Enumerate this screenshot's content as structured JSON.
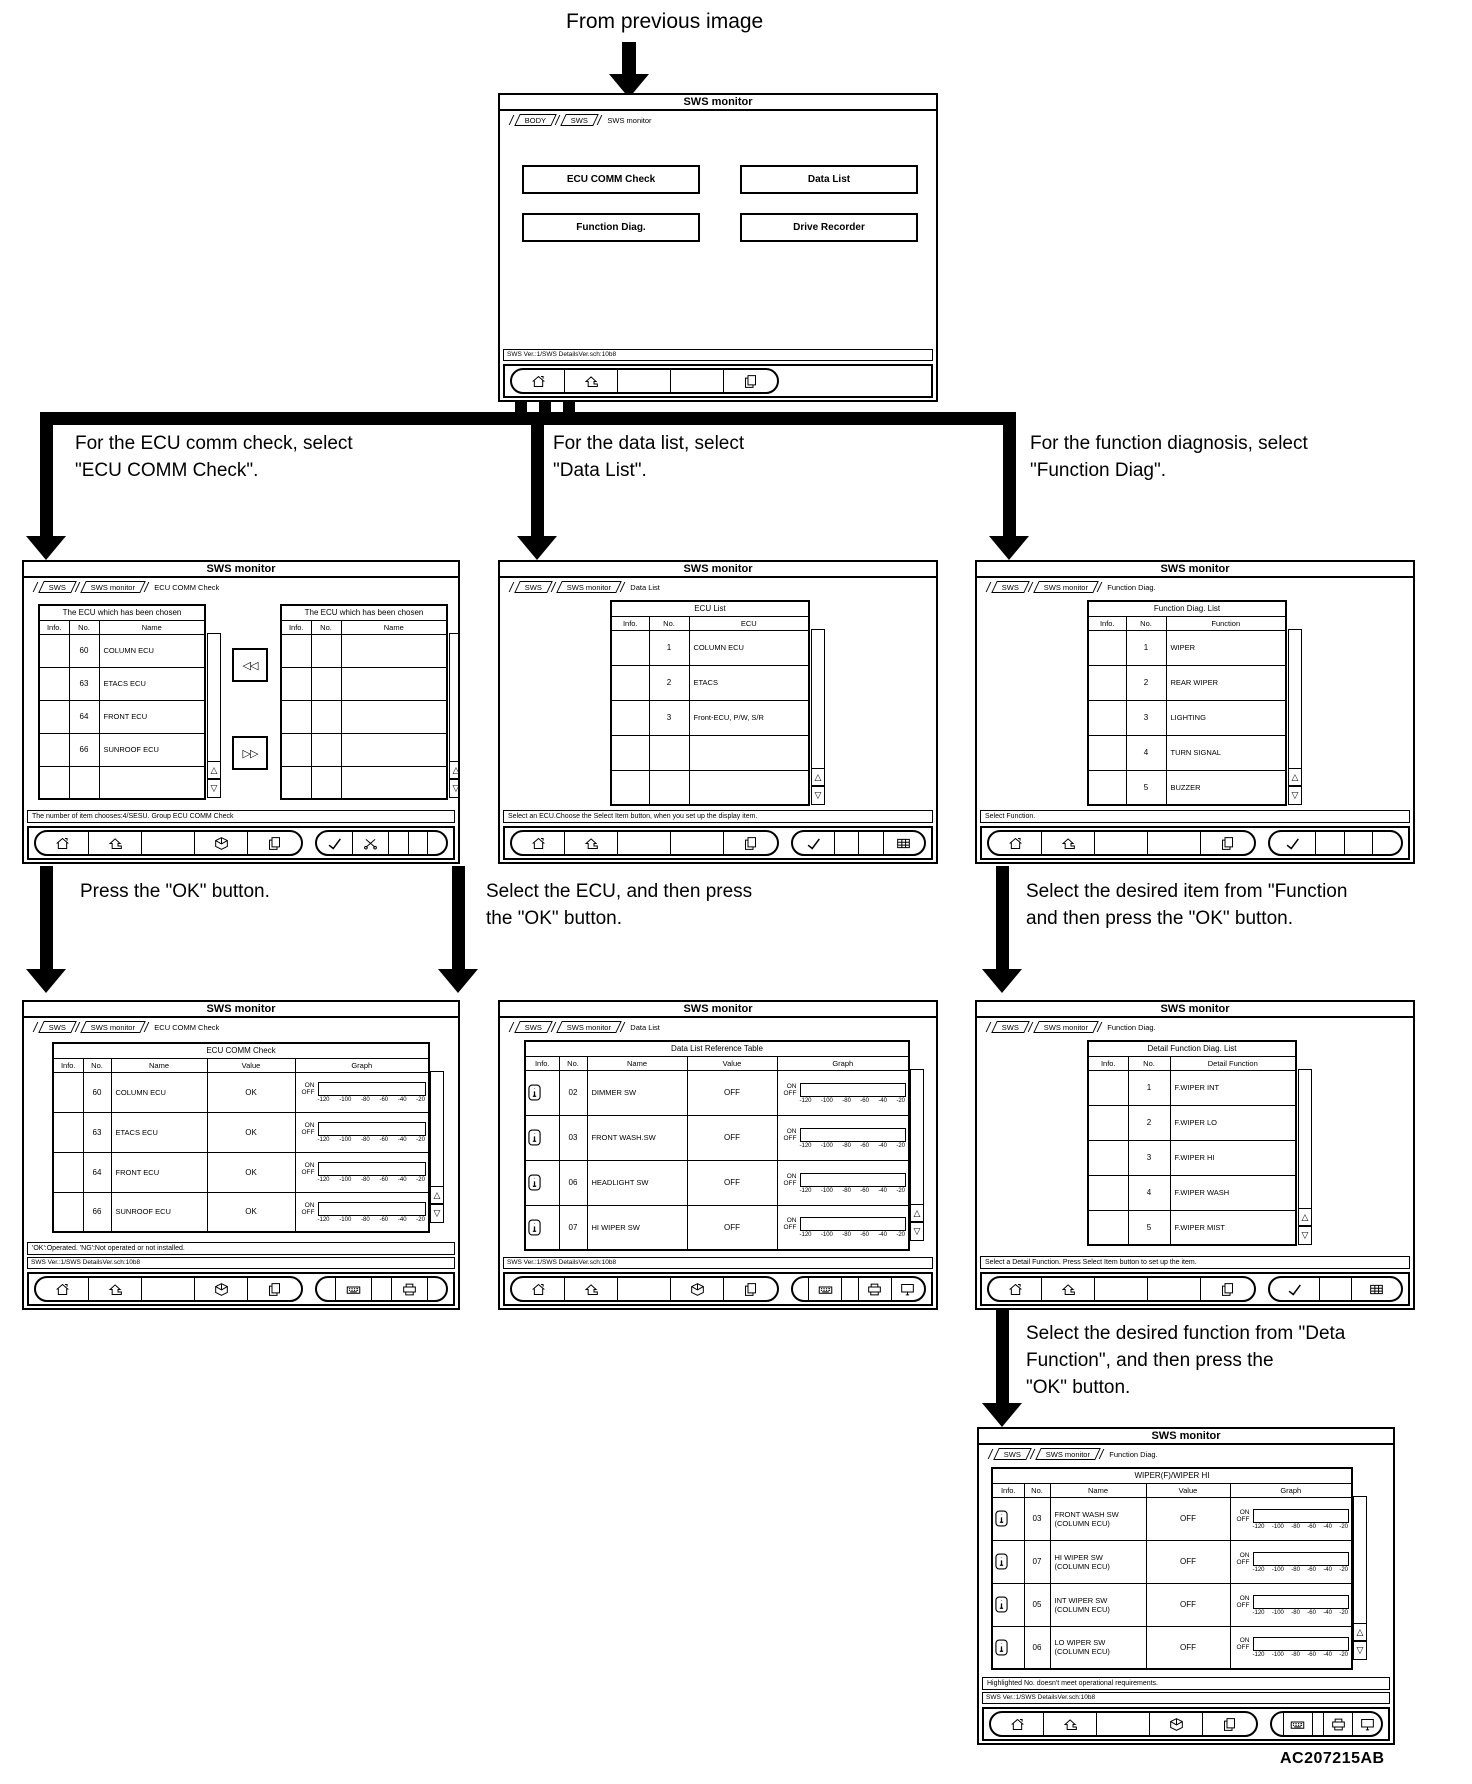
{
  "page": {
    "from_previous_label": "From previous image",
    "watermark": "AC207215AB"
  },
  "annotations": {
    "branch_left": [
      "For the ECU comm check, select",
      "\"ECU COMM Check\"."
    ],
    "branch_middle": [
      "For the data list, select",
      "\"Data List\"."
    ],
    "branch_right": [
      "For the function diagnosis, select",
      "\"Function Diag\"."
    ],
    "press_ok": [
      "Press the \"OK\" button."
    ],
    "select_ecu": [
      "Select the ECU, and then press",
      "the \"OK\" button."
    ],
    "select_item": [
      "Select the desired item from \"Function",
      "and then press the \"OK\" button."
    ],
    "select_function": [
      "Select the desired function from \"Deta",
      "Function\", and then press the",
      "\"OK\" button."
    ]
  },
  "shared": {
    "version_status": "SWS Ver.:1/SWS DetailsVer.sch:10b8",
    "graph_on": "ON",
    "graph_off": "OFF",
    "graph_ticks": [
      "-120",
      "-100",
      "-80",
      "-60",
      "-40",
      "-20"
    ],
    "scroll_up": "△",
    "scroll_down": "▽"
  },
  "screens": {
    "main": {
      "title": "SWS monitor",
      "tabs": [
        "BODY",
        "SWS",
        "SWS monitor"
      ],
      "type": "menu",
      "menu_buttons": [
        "ECU COMM Check",
        "Data List",
        "Function Diag.",
        "Drive Recorder"
      ],
      "version_bar": true,
      "toolbar": {
        "left": [
          "home-icon",
          "return-icon",
          "",
          "",
          "pages-icon"
        ],
        "right": []
      }
    },
    "ecu_select": {
      "title": "SWS monitor",
      "tabs": [
        "SWS",
        "SWS monitor",
        "ECU COMM Check"
      ],
      "type": "dual",
      "left_table": {
        "title": "The ECU which has been chosen",
        "headers": [
          "Info.",
          "No.",
          "Name"
        ],
        "rows": [
          [
            "60",
            "COLUMN ECU"
          ],
          [
            "63",
            "ETACS ECU"
          ],
          [
            "64",
            "FRONT ECU"
          ],
          [
            "66",
            "SUNROOF ECU"
          ],
          [
            "",
            ""
          ]
        ]
      },
      "right_table": {
        "title": "The ECU which has been chosen",
        "headers": [
          "Info.",
          "No.",
          "Name"
        ],
        "rows": [
          [
            "",
            ""
          ],
          [
            "",
            ""
          ],
          [
            "",
            ""
          ],
          [
            "",
            ""
          ],
          [
            "",
            ""
          ]
        ]
      },
      "transfer_left": "◁◁",
      "transfer_right": "▷▷",
      "status": "The number of item chooses:4/SESU. Group ECU COMM Check",
      "toolbar": {
        "left": [
          "home-icon",
          "return-icon",
          "",
          "send-icon",
          "pages-icon"
        ],
        "right": [
          "ok-icon",
          "cancel-icon",
          "",
          "",
          ""
        ]
      }
    },
    "datalist_select": {
      "title": "SWS monitor",
      "tabs": [
        "SWS",
        "SWS monitor",
        "Data List"
      ],
      "type": "list",
      "table": {
        "title": "ECU List",
        "headers": [
          "Info.",
          "No.",
          "ECU"
        ],
        "rows": [
          [
            "1",
            "COLUMN ECU"
          ],
          [
            "2",
            "ETACS"
          ],
          [
            "3",
            "Front-ECU, P/W, S/R"
          ],
          [
            "",
            ""
          ],
          [
            "",
            ""
          ]
        ]
      },
      "status": "Select an ECU.Choose the Select Item button, when you set up the display item.",
      "toolbar": {
        "left": [
          "home-icon",
          "return-icon",
          "",
          "",
          "pages-icon"
        ],
        "right": [
          "ok-icon",
          "",
          "",
          "item-table-icon"
        ]
      }
    },
    "funcdiag_select": {
      "title": "SWS monitor",
      "tabs": [
        "SWS",
        "SWS monitor",
        "Function Diag."
      ],
      "type": "list",
      "table": {
        "title": "Function Diag. List",
        "headers": [
          "Info.",
          "No.",
          "Function"
        ],
        "rows": [
          [
            "1",
            "WIPER"
          ],
          [
            "2",
            "REAR WIPER"
          ],
          [
            "3",
            "LIGHTING"
          ],
          [
            "4",
            "TURN SIGNAL"
          ],
          [
            "5",
            "BUZZER"
          ]
        ]
      },
      "status": "Select Function.",
      "toolbar": {
        "left": [
          "home-icon",
          "return-icon",
          "",
          "",
          "pages-icon"
        ],
        "right": [
          "ok-icon",
          "",
          "",
          ""
        ]
      }
    },
    "ecu_result": {
      "title": "SWS monitor",
      "tabs": [
        "SWS",
        "SWS monitor",
        "ECU COMM Check"
      ],
      "type": "graph",
      "table": {
        "title": "ECU COMM Check",
        "headers": [
          "Info.",
          "No.",
          "Name",
          "Value",
          "Graph"
        ],
        "rows": [
          {
            "info": false,
            "no": "60",
            "name": [
              "COLUMN ECU"
            ],
            "value": "OK"
          },
          {
            "info": false,
            "no": "63",
            "name": [
              "ETACS ECU"
            ],
            "value": "OK"
          },
          {
            "info": false,
            "no": "64",
            "name": [
              "FRONT ECU"
            ],
            "value": "OK"
          },
          {
            "info": false,
            "no": "66",
            "name": [
              "SUNROOF ECU"
            ],
            "value": "OK"
          }
        ]
      },
      "note": "'OK':Operated. 'NG':Not operated or not installed.",
      "version_bar": true,
      "toolbar": {
        "left": [
          "home-icon",
          "return-icon",
          "",
          "send-icon",
          "pages-icon"
        ],
        "right": [
          "",
          "keyboard-icon",
          "",
          "printer-icon",
          ""
        ]
      }
    },
    "datalist_result": {
      "title": "SWS monitor",
      "tabs": [
        "SWS",
        "SWS monitor",
        "Data List"
      ],
      "type": "graph",
      "table": {
        "title": "Data List Reference Table",
        "headers": [
          "Info.",
          "No.",
          "Name",
          "Value",
          "Graph"
        ],
        "rows": [
          {
            "info": true,
            "no": "02",
            "name": [
              "DIMMER SW"
            ],
            "value": "OFF"
          },
          {
            "info": true,
            "no": "03",
            "name": [
              "FRONT WASH.SW"
            ],
            "value": "OFF"
          },
          {
            "info": true,
            "no": "06",
            "name": [
              "HEADLIGHT SW"
            ],
            "value": "OFF"
          },
          {
            "info": true,
            "no": "07",
            "name": [
              "HI WIPER SW"
            ],
            "value": "OFF"
          }
        ]
      },
      "version_bar": true,
      "toolbar": {
        "left": [
          "home-icon",
          "return-icon",
          "",
          "send-icon",
          "pages-icon"
        ],
        "right": [
          "",
          "keyboard-icon",
          "",
          "printer-icon",
          "monitor-icon"
        ]
      }
    },
    "detail_func": {
      "title": "SWS monitor",
      "tabs": [
        "SWS",
        "SWS monitor",
        "Function Diag."
      ],
      "type": "list",
      "table": {
        "title": "Detail Function Diag. List",
        "headers": [
          "Info.",
          "No.",
          "Detail Function"
        ],
        "rows": [
          [
            "1",
            "F.WIPER INT"
          ],
          [
            "2",
            "F.WIPER LO"
          ],
          [
            "3",
            "F.WIPER HI"
          ],
          [
            "4",
            "F.WIPER WASH"
          ],
          [
            "5",
            "F.WIPER MIST"
          ]
        ]
      },
      "status": "Select a Detail Function. Press Select Item button to set up the item.",
      "toolbar": {
        "left": [
          "home-icon",
          "return-icon",
          "",
          "",
          "pages-icon"
        ],
        "right": [
          "ok-icon",
          "",
          "item-table-icon"
        ]
      }
    },
    "final": {
      "title": "SWS monitor",
      "tabs": [
        "SWS",
        "SWS monitor",
        "Function Diag."
      ],
      "type": "graph",
      "table": {
        "title": "WIPER(F)/WIPER HI",
        "headers": [
          "Info.",
          "No.",
          "Name",
          "Value",
          "Graph"
        ],
        "rows": [
          {
            "info": true,
            "no": "03",
            "name": [
              "FRONT WASH SW",
              "(COLUMN ECU)"
            ],
            "value": "OFF"
          },
          {
            "info": true,
            "no": "07",
            "name": [
              "HI WIPER SW",
              "(COLUMN ECU)"
            ],
            "value": "OFF"
          },
          {
            "info": true,
            "no": "05",
            "name": [
              "INT WIPER SW",
              "(COLUMN ECU)"
            ],
            "value": "OFF"
          },
          {
            "info": true,
            "no": "06",
            "name": [
              "LO WIPER SW",
              "(COLUMN ECU)"
            ],
            "value": "OFF"
          }
        ]
      },
      "note": "Highlighted No. doesn't meet operational requirements.",
      "version_bar": true,
      "toolbar": {
        "left": [
          "home-icon",
          "return-icon",
          "",
          "send-icon",
          "pages-icon"
        ],
        "right": [
          "",
          "keyboard-icon",
          "",
          "printer-icon",
          "monitor-icon"
        ]
      }
    }
  }
}
